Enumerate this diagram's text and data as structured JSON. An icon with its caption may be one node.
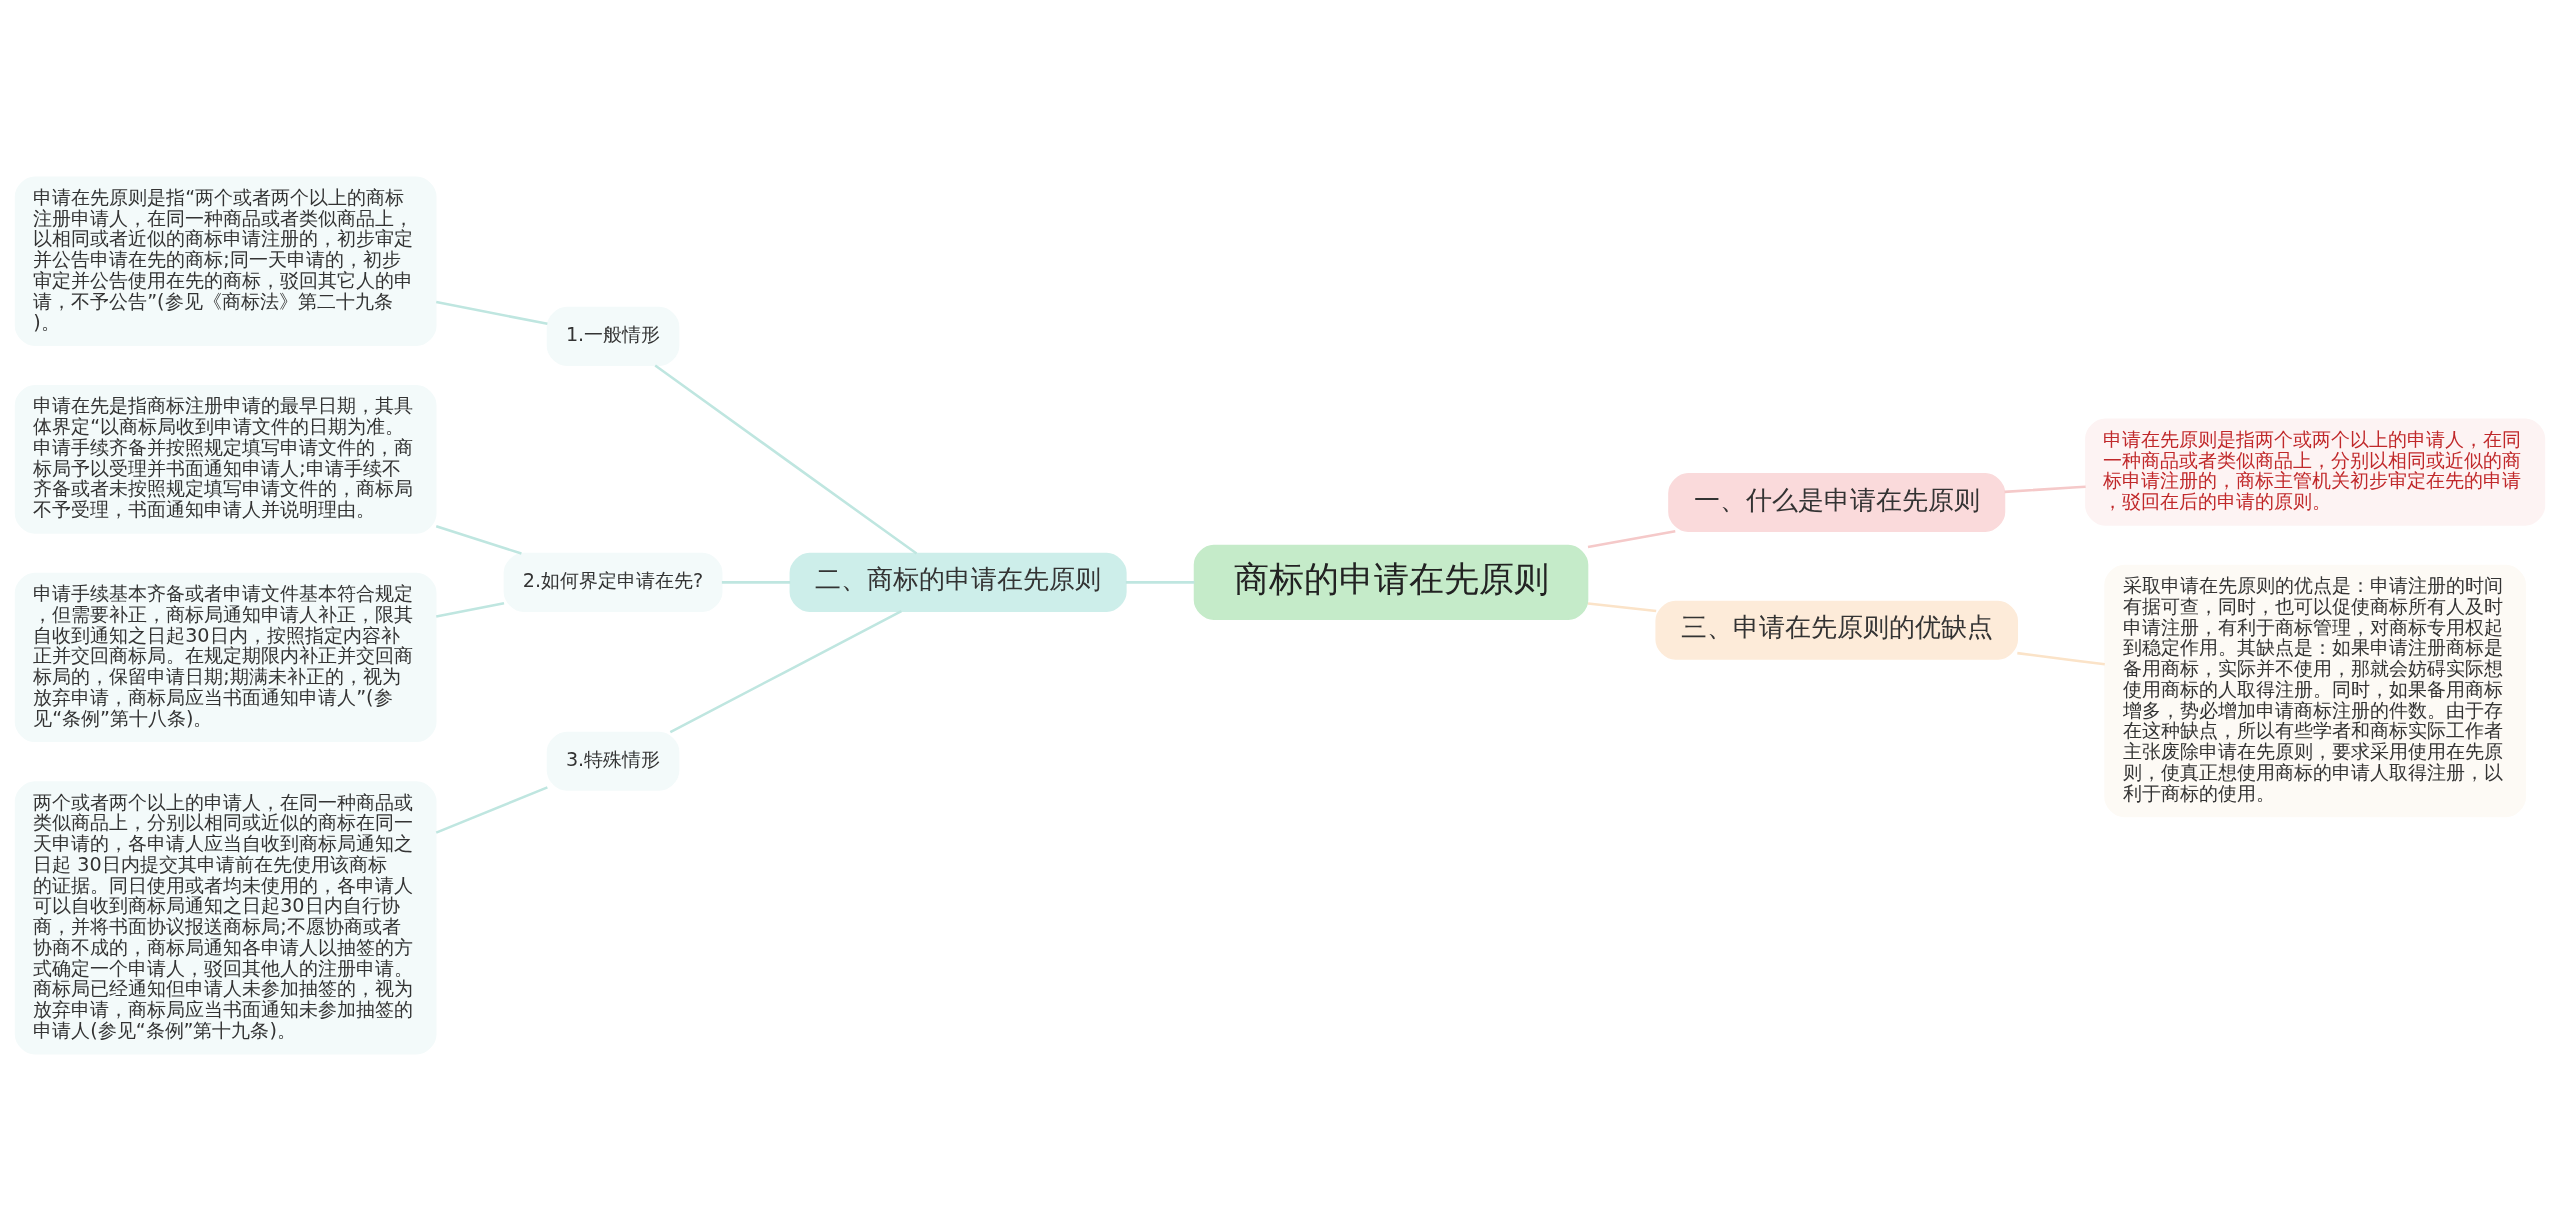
{
  "diagram": {
    "nodes": [
      {
        "text": [
          "商标的申请在先原则"
        ]
      },
      {
        "text": [
          "一、什么是申请在先原则"
        ]
      },
      {
        "text": [
          "申请在先原则是指两个或两个以上的申请人，在同一种商品或者类似商品上，分别以相同或近似的商标申请注册的，商标主管机关初步审定在先的申请，驳回在后的申请的原则。"
        ]
      },
      {
        "text": [
          "三、申请在先原则的优缺点"
        ]
      },
      {
        "text": [
          "采取申请在先原则的优点是：申请注册的时间有据可查，同时，也可以促使商标所有人及时申请注册，有利于商标管理，对商标专用权起到稳定作用。其缺点是：如果申请注册商标是备用商标，实际并不使用，那就会妨碍实际想使用商标的人取得注册。同时，如果备用商标增多，势必增加申请商标注册的件数。由于存在这种缺点，所以有些学者和商标实际工作者主张废除申请在先原则，要求采用使用在先原则，使真正想使用商标的申请人取得注册，以利于商标的使用。"
        ]
      },
      {
        "text": [
          "二、商标的申请在先原则"
        ]
      },
      {
        "text": [
          "1.一般情形"
        ]
      },
      {
        "text": [
          "申请在先原则是指“两个或者两个以上的商标注册申请人，在同一种商品或者类似商品上，以相同或者近似的商标申请注册的，初步审定并公告申请在先的商标;同一天申请的，初步审定并公告使用在先的商标，驳回其它人的申请，不予公告”(参见《商标法》第二十九条)。"
        ]
      },
      {
        "text": [
          "2.如何界定申请在先?"
        ]
      },
      {
        "text": [
          "申请在先是指商标注册申请的最早日期，其具体界定“以商标局收到申请文件的日期为准。申请手续齐备并按照规定填写申请文件的，商标局予以受理并书面通知申请人;申请手续不齐备或者未按照规定填写申请文件的，商标局不予受理，书面通知申请人并说明理由。"
        ]
      },
      {
        "text": [
          "申请手续基本齐备或者申请文件基本符合规定，但需要补正，商标局通知申请人补正，限其自收到通知之日起30日内，按照指定内容补正并交回商标局。在规定期限内补正并交回商标局的，保留申请日期;期满未补正的，视为放弃申请，商标局应当书面通知申请人”(参见“条例”第十八条)。"
        ]
      },
      {
        "text": [
          "3.特殊情形"
        ]
      },
      {
        "text": [
          "两个或者两个以上的申请人，在同一种商品或类似商品上，分别以相同或近似的商标在同一天申请的，各申请人应当自收到商标局通知之日起 30日内提交其申请前在先使用该商标的证据。同日使用或者均未使用的，各申请人可以自收到商标局通知之日起30日内自行协商，并将书面协议报送商标局;不愿协商或者协商不成的，商标局通知各申请人以抽签的方式确定一个申请人，驳回其他人的注册申请。商标局已经通知但申请人未参加抽签的，视为放弃申请，商标局应当书面通知未参加抽签的申请人(参见“条例”第十九条)。"
        ]
      }
    ],
    "edges": [
      {
        "from": 0,
        "to": 1,
        "arrow": "none",
        "color": "#f5c9c9"
      },
      {
        "from": 1,
        "to": 2,
        "arrow": "none",
        "color": "#f5c9c9"
      },
      {
        "from": 0,
        "to": 3,
        "arrow": "none",
        "color": "#fbe3c8"
      },
      {
        "from": 3,
        "to": 4,
        "arrow": "none",
        "color": "#fbe3c8"
      },
      {
        "from": 0,
        "to": 5,
        "arrow": "none"
      },
      {
        "from": 5,
        "to": 6,
        "arrow": "none"
      },
      {
        "from": 6,
        "to": 7,
        "arrow": "none"
      },
      {
        "from": 5,
        "to": 8,
        "arrow": "none"
      },
      {
        "from": 8,
        "to": 9,
        "arrow": "none"
      },
      {
        "from": 8,
        "to": 10,
        "arrow": "none"
      },
      {
        "from": 5,
        "to": 11,
        "arrow": "none"
      },
      {
        "from": 11,
        "to": 12,
        "arrow": "none"
      }
    ]
  }
}
